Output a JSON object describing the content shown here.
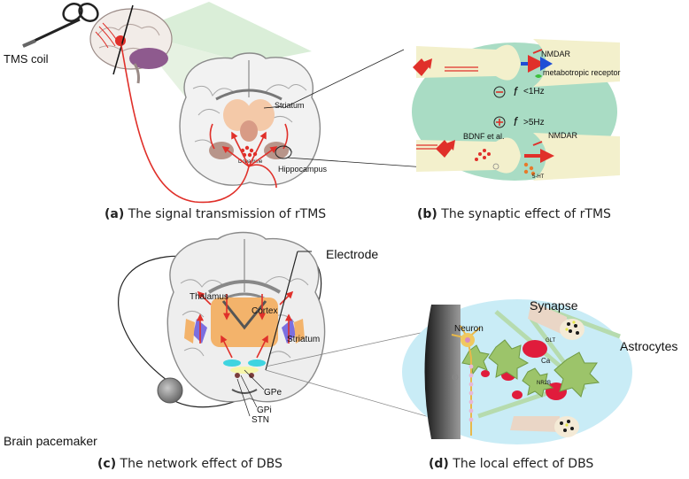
{
  "panel_a": {
    "tms_coil": "TMS coil",
    "striatum": "Striatum",
    "hippocampus": "Hippocampus",
    "dopamine": "Dopamine",
    "caption_letter": "(a)",
    "caption_text": " The signal  transmission of rTMS"
  },
  "panel_b": {
    "nmdar_top": "NMDAR",
    "metabotropic": "metabotropic receptor",
    "freq_low": "<1Hz",
    "freq_high": ">5Hz",
    "freq_symbol": "f",
    "bdnf": "BDNF et al.",
    "nmdar_bottom": "NMDAR",
    "ht": "5-HT",
    "caption_letter": "(b)",
    "caption_text": " The synaptic effect of rTMS"
  },
  "panel_c": {
    "electrode": "Electrode",
    "thalamus": "Thalamus",
    "cortex": "Cortex",
    "striatum": "Striatum",
    "gpe": "GPe",
    "gpi": "GPi",
    "stn": "STN",
    "pacemaker": "Brain pacemaker",
    "caption_letter": "(c)",
    "caption_text": " The network effect of DBS"
  },
  "panel_d": {
    "synapse": "Synapse",
    "astrocytes": "Astrocytes",
    "neuron": "Neuron",
    "glt": "GLT",
    "ca": "Ca",
    "receptor": "NR2B",
    "caption_letter": "(d)",
    "caption_text": "  The local effect of DBS"
  },
  "colors": {
    "signal_red": "#e0302a",
    "cone_green": "#d6ecd4",
    "synapse_bg": "#a9dcc4",
    "dbs_bg": "#c9ecf6",
    "astro_green": "#9cc46a",
    "striatum_orange": "#f3b36b",
    "gp_blue": "#7b6fe0",
    "arrow_blue": "#1f4fd6"
  }
}
